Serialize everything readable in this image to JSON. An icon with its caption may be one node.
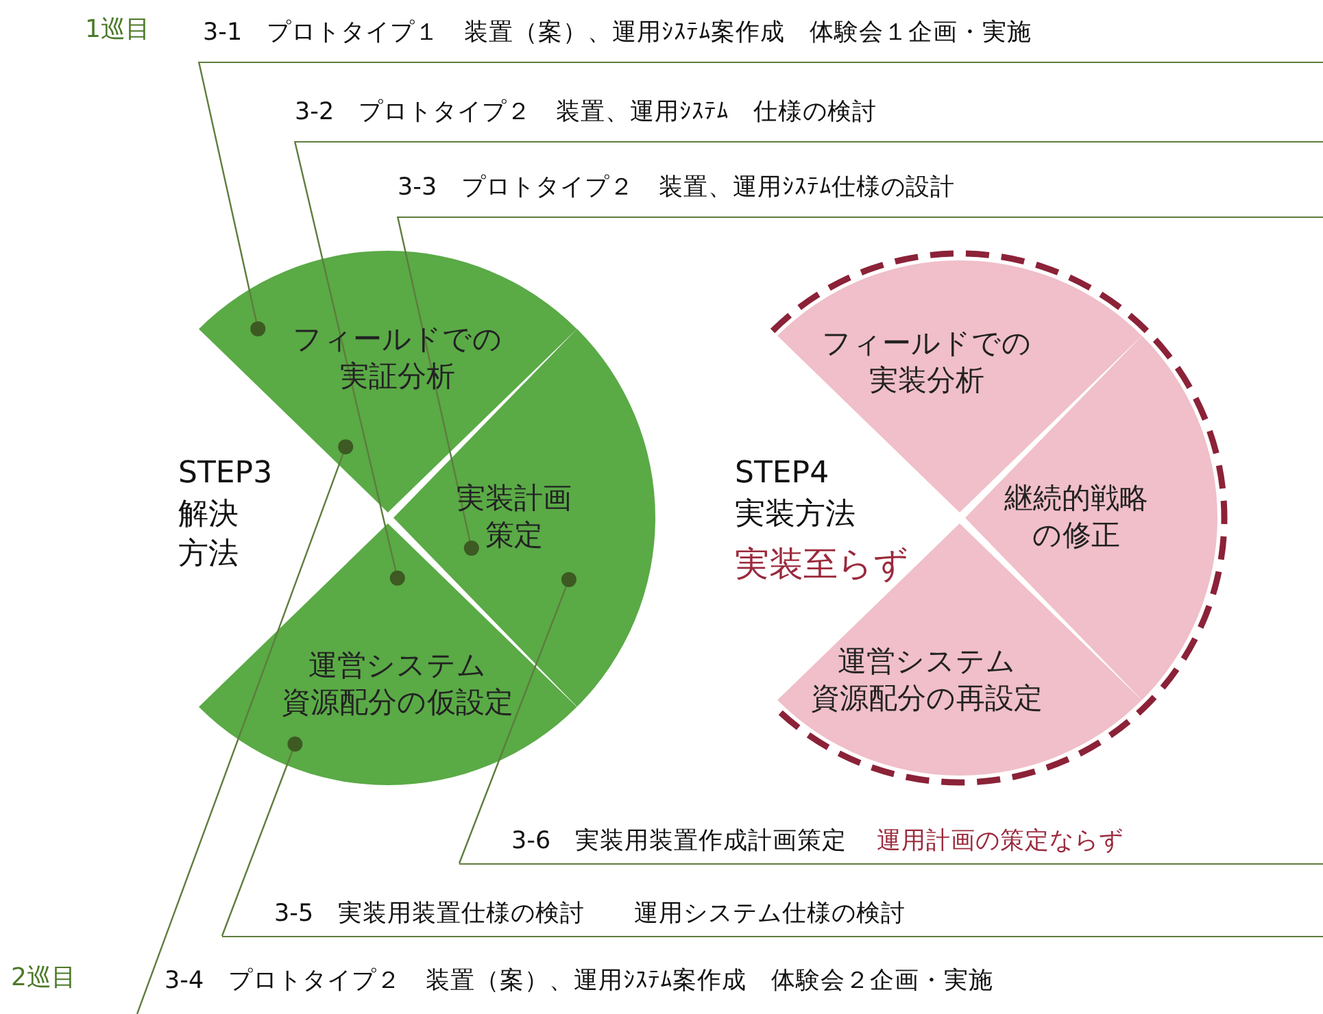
{
  "diagram": {
    "nodes": [
      {
        "text": [
          "3-1　プロトタイプ１　装置（案）、運用ｼｽﾃﾑ案作成　体験会１企画・実施"
        ]
      },
      {
        "text": [
          "3-2　プロトタイプ２　装置、運用ｼｽﾃﾑ　仕様の検討"
        ]
      },
      {
        "text": [
          "3-3　プロトタイプ２　装置、運用ｼｽﾃﾑ仕様の設計"
        ]
      },
      {
        "text": [
          "フィールドでの実証分析"
        ]
      },
      {
        "text": [
          "実装計画策定"
        ]
      },
      {
        "text": [
          "運営システム資源配分の仮設定"
        ]
      },
      {
        "text": [
          "フィールドでの実装分析"
        ]
      },
      {
        "text": [
          "継続的戦略の修正"
        ]
      },
      {
        "text": [
          "運営システム資源配分の再設定"
        ]
      },
      {
        "text": [
          "3-6　実装用装置作成計画策定",
          "運用計画の策定ならず"
        ]
      },
      {
        "text": [
          "3-5　実装用装置仕様の検討　　運用システム仕様の検討"
        ]
      },
      {
        "text": [
          "3-4　プロトタイプ２　装置（案）、運用ｼｽﾃﾑ案作成　体験会２企画・実施"
        ]
      }
    ],
    "edges": [
      {
        "from": 0,
        "to": 3,
        "arrow": "other"
      },
      {
        "from": 1,
        "to": 5,
        "arrow": "other"
      },
      {
        "from": 2,
        "to": 4,
        "arrow": "other"
      },
      {
        "from": 11,
        "to": 3,
        "arrow": "other"
      },
      {
        "from": 10,
        "to": 5,
        "arrow": "other"
      },
      {
        "from": 9,
        "to": 4,
        "arrow": "other"
      }
    ],
    "labels": [
      "1巡目",
      "STEP3",
      "解決方法",
      "STEP4",
      "実装方法",
      "実装至らず",
      "2巡目"
    ]
  }
}
